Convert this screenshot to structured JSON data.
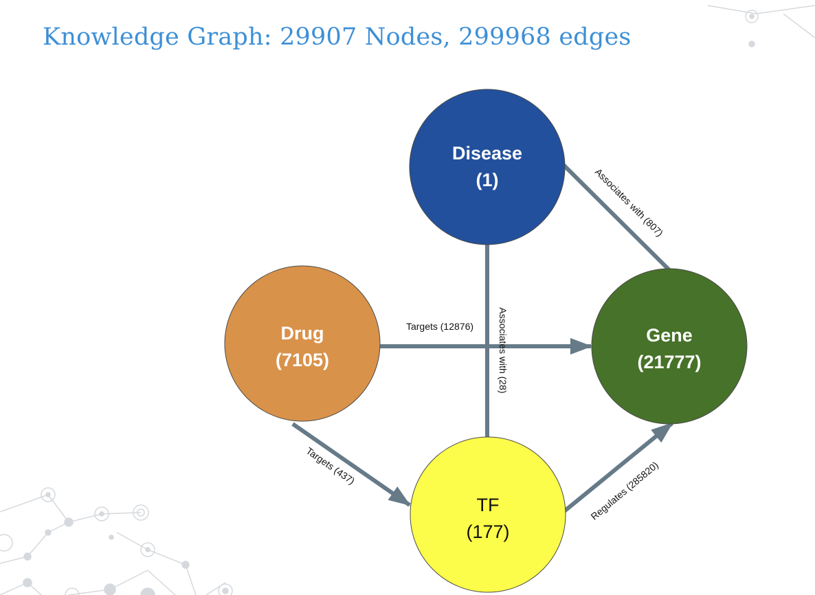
{
  "title": "Knowledge Graph: 29907 Nodes, 299968 edges",
  "colors": {
    "title": "#3d8fd6",
    "edge": "#667a88",
    "decor": "#d5d9dd"
  },
  "nodes": {
    "disease": {
      "name": "Disease",
      "count": "(1)",
      "fill": "#22509c",
      "text_color": "#ffffff",
      "bold": true
    },
    "drug": {
      "name": "Drug",
      "count": "(7105)",
      "fill": "#d9924a",
      "text_color": "#ffffff",
      "bold": true
    },
    "gene": {
      "name": "Gene",
      "count": "(21777)",
      "fill": "#477229",
      "text_color": "#ffffff",
      "bold": true
    },
    "tf": {
      "name": "TF",
      "count": "(177)",
      "fill": "#fcfc4a",
      "text_color": "#111111",
      "bold": false
    }
  },
  "edges": {
    "disease_gene": "Associates with (807)",
    "disease_tf": "Associates with (28)",
    "drug_gene": "Targets (12876)",
    "drug_tf": "Targets (437)",
    "tf_gene": "Regulates (285820)"
  }
}
